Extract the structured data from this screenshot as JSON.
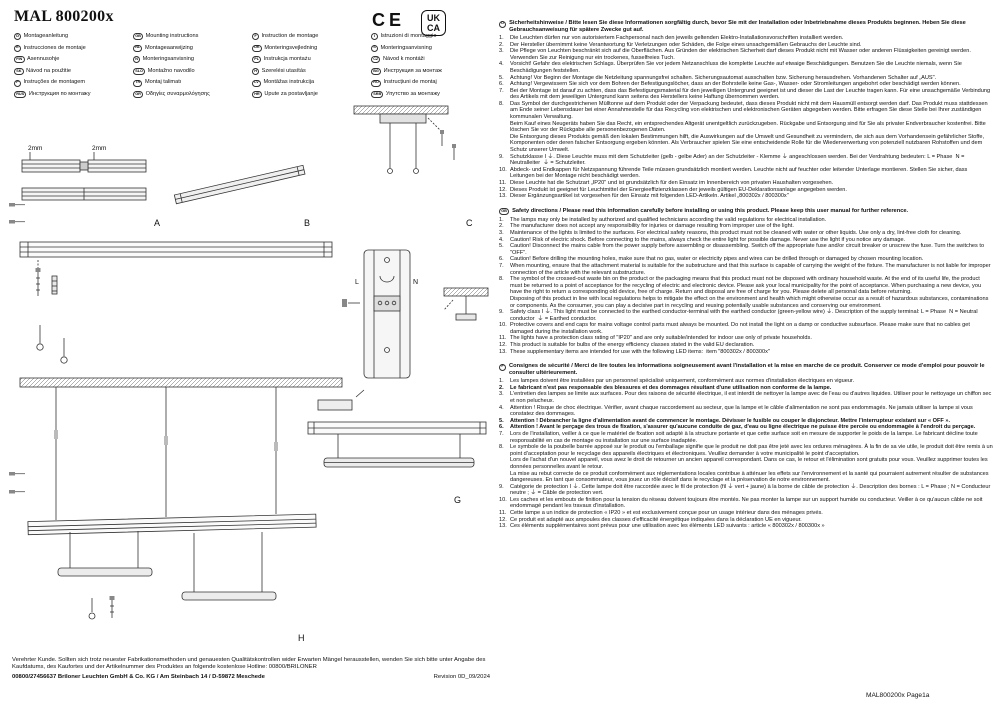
{
  "page": {
    "title": "MAL 800200x",
    "page_label": "MAL800200x Page1a",
    "marks": {
      "ce": "CE",
      "ukca_top": "UK",
      "ukca_bottom": "CA"
    }
  },
  "languages": [
    {
      "code": "D",
      "label": "Montageanleitung"
    },
    {
      "code": "E",
      "label": "Instrucciones de montaje"
    },
    {
      "code": "FIN",
      "label": "Asennusohje"
    },
    {
      "code": "SK",
      "label": "Návod na použitie"
    },
    {
      "code": "P",
      "label": "Instruções de montagem"
    },
    {
      "code": "RUS",
      "label": "Инструкция по монтажу"
    },
    {
      "code": "GB",
      "label": "Mounting instructions"
    },
    {
      "code": "NL",
      "label": "Montageaanwijzing"
    },
    {
      "code": "N",
      "label": "Monteringsanvisning"
    },
    {
      "code": "SLO",
      "label": "Montažno navodilo"
    },
    {
      "code": "TR",
      "label": "Montaj talimatı"
    },
    {
      "code": "GR",
      "label": "Οδηγίες συναρμολόγησης"
    },
    {
      "code": "F",
      "label": "Instruction de montage"
    },
    {
      "code": "DK",
      "label": "Monteringsvejledning"
    },
    {
      "code": "PL",
      "label": "Instrukcja montażu"
    },
    {
      "code": "H",
      "label": "Szerelési utasítás"
    },
    {
      "code": "LV",
      "label": "Montāžas instrukcija"
    },
    {
      "code": "HR",
      "label": "Upute za postavljanje"
    },
    {
      "code": "I",
      "label": "Istruzioni di montaggio"
    },
    {
      "code": "S",
      "label": "Monteringsanvisning"
    },
    {
      "code": "CZ",
      "label": "Návod k montáži"
    },
    {
      "code": "BG",
      "label": "Инструкция за монтаж"
    },
    {
      "code": "RO",
      "label": "Instrucțiuni de montaj"
    },
    {
      "code": "SRB",
      "label": "Упутство за монтажу"
    }
  ],
  "diagram": {
    "dim1": "2mm",
    "dim2": "2mm",
    "label_a": "A",
    "label_b": "B",
    "label_c": "C",
    "label_g": "G",
    "label_h": "H",
    "wire_l": "L",
    "wire_n": "N"
  },
  "footer": {
    "customer_note": "Verehrter Kunde. Sollten sich trotz neuester Fabrikationsmethoden und genauesten Qualitätskontrollen wider Erwarten Mängel herausstellen, wenden Sie sich bitte unter Angabe des Kaufdatums, des Kaufortes und der Artikelnummer des Produktes an folgende kostenlose Hotline: 00800/BRILONER",
    "company_line": "00800/27456637 Briloner Leuchten GmbH & Co. KG / Am Steinbach 14 / D-59872 Meschede",
    "revision": "Revision 0D_09/2024"
  },
  "sections": [
    {
      "code": "D",
      "header": "Sicherheitshinweise / Bitte lesen Sie diese Informationen sorgfältig durch, bevor Sie mit der Installation oder Inbetriebnahme dieses Produkts beginnen. Heben Sie diese Gebrauchsanweisung für spätere Zwecke gut auf.",
      "items": [
        {
          "n": "1.",
          "text": "Die Leuchten dürfen nur von autorisiertem Fachpersonal nach den jeweils geltenden Elektro-Installationsvorschriften installiert werden."
        },
        {
          "n": "2.",
          "text": "Der Hersteller übernimmt keine Verantwortung für Verletzungen oder Schäden, die Folge eines unsachgemäßen Gebrauchs der Leuchte sind."
        },
        {
          "n": "3.",
          "text": "Die Pflege von Leuchten beschränkt sich auf die Oberflächen. Aus Gründen der elektrischen Sicherheit darf dieses Produkt nicht mit Wasser oder anderen Flüssigkeiten gereinigt werden. Verwenden Sie zur Reinigung nur ein trockenes, fusselfreies Tuch."
        },
        {
          "n": "4.",
          "text": "Vorsicht! Gefahr des elektrischen Schlags. Überprüfen Sie vor jedem Netzanschluss die komplette Leuchte auf etwaige Beschädigungen. Benutzen Sie die Leuchte niemals, wenn Sie Beschädigungen feststellen."
        },
        {
          "n": "5.",
          "text": "Achtung! Vor Beginn der Montage die Netzleitung spannungsfrei schalten. Sicherungsautomat ausschalten bzw. Sicherung herausdrehen. Vorhandenen Schalter auf „AUS\"."
        },
        {
          "n": "6.",
          "text": "Achtung! Vergewissern Sie sich vor dem Bohren der Befestigungslöcher, dass an der Bohrstelle keine Gas-, Wasser- oder Stromleitungen angebohrt oder beschädigt werden können."
        },
        {
          "n": "7.",
          "text": "Bei der Montage ist darauf zu achten, dass das Befestigungsmaterial für den jeweiligen Untergrund geeignet ist und dieser die Last der Leuchte tragen kann. Für eine unsachgemäße Verbindung des Artikels mit dem jeweiligen Untergrund kann seitens des Herstellers keine Haftung übernommen werden."
        },
        {
          "n": "8.",
          "text": "Das Symbol der durchgestrichenen Mülltonne auf dem Produkt oder der Verpackung bedeutet, dass dieses Produkt nicht mit dem Hausmüll entsorgt werden darf. Das Produkt muss stattdessen am Ende seiner Lebensdauer bei einer Annahmestelle für das Recycling von elektrischen und elektronischen Geräten abgegeben werden. Bitte erfragen Sie diese Stelle bei Ihrer zuständigen kommunalen Verwaltung.\nBeim Kauf eines Neugeräts haben Sie das Recht, ein entsprechendes Altgerät unentgeltlich zurückzugeben. Rückgabe und Entsorgung sind für Sie als privater Endverbraucher kostenfrei. Bitte löschen Sie vor der Rückgabe alle personenbezogenen Daten.\nDie Entsorgung dieses Produkts gemäß den lokalen Bestimmungen hilft, die Auswirkungen auf die Umwelt und Gesundheit zu vermindern, die sich aus dem Vorhandensein gefährlicher Stoffe, Komponenten oder deren falscher Entsorgung ergeben könnten. Als Verbraucher spielen Sie eine entscheidende Rolle für die Wiederverwertung von potenziell nutzbaren Rohstoffen und dem Schutz unserer Umwelt."
        },
        {
          "n": "9.",
          "text": "Schutzklasse I ⏚. Diese Leuchte muss mit dem Schutzleiter (gelb - gelbe Ader) an der Schutzleiter - Klemme ⏚ angeschlossen werden. Bei der Verdrahtung bedeuten: L = Phase  N = Neutralleiter  ⏚ = Schutzleiter."
        },
        {
          "n": "10.",
          "text": "Abdeck- und Endkappen für Netzspannung führende Teile müssen grundsätzlich montiert werden. Leuchte nicht auf feuchter oder leitender Unterlage montieren. Stellen Sie sicher, dass Leitungen bei der Montage nicht beschädigt werden."
        },
        {
          "n": "11.",
          "text": "Diese Leuchte hat die Schutzart „IP20\" und ist grundsätzlich für den Einsatz im Innenbereich von privaten Haushalten vorgesehen."
        },
        {
          "n": "12.",
          "text": "Dieses Produkt ist geeignet für Leuchtmittel der Energieeffizienzklassen der jeweils gültigen EU-Deklarationsanlage angegeben werden."
        },
        {
          "n": "13.",
          "text": "Dieser Ergänzungsartikel ist vorgesehen für den Einsatz mit folgenden LED-Artikeln. Artikel „800302x / 800300x\""
        }
      ]
    },
    {
      "code": "GB",
      "header": "Safety directions / Please read this information carefully before installing or using this product. Please keep this user manual for further reference.",
      "items": [
        {
          "n": "1.",
          "text": "The lamps may only be installed by authorized and qualified technicians according the valid regulations for electrical installation."
        },
        {
          "n": "2.",
          "text": "The manufacturer does not accept any responsibility for injuries or damage resulting from improper use of the light."
        },
        {
          "n": "3.",
          "text": "Maintenance of the lights is limited to the surfaces. For electrical safety reasons, this product must not be cleaned with water or other liquids. Use only a dry, lint-free cloth for cleaning."
        },
        {
          "n": "4.",
          "text": "Caution! Risk of electric shock. Before connecting to the mains, always check the entire light for possible damage. Never use the light if you notice any damage."
        },
        {
          "n": "5.",
          "text": "Caution! Disconnect the mains cable from the power supply before assembling or disassembling. Switch off the appropriate fuse and/or circuit breaker or unscrew the fuse. Turn the switches to \"OFF\"."
        },
        {
          "n": "6.",
          "text": "Caution! Before drilling the mounting holes, make sure that no gas, water or electricity pipes and wires can be drilled through or damaged by chosen mounting location."
        },
        {
          "n": "7.",
          "text": "When mounting, ensure that the attachment material is suitable for the substructure and that this surface is capable of carrying the weight of the fixture. The manufacturer is not liable for improper connection of the article with the relevant substructure."
        },
        {
          "n": "8.",
          "text": "The symbol of the crossed-out waste bin on the product or the packaging means that this product must not be disposed with ordinary household waste. At the end of its useful life, the product must be returned to a point of acceptance for the recycling of electric and electronic device. Please ask your local municipality for the point of acceptance. When purchasing a new device, you have the right to return a corresponding old device, free of charge. Return and disposal are free of charge for you. Please delete all personal data before returning.\nDisposing of this product in line with local regulations helps to mitigate the effect on the environment and health which might otherwise occur as a result of hazardous substances, contaminations or components. As the consumer, you can play a decisive part in recycling and reusing potentially usable substances and conserving our environment."
        },
        {
          "n": "9.",
          "text": "Safety class I ⏚. This light must be connected to the earthed conductor-terminal with the earthed conductor (green-yellow wire) ⏚. Description of the supply terminal: L = Phase  N = Neutral conductor  ⏚ = Earthed conductor."
        },
        {
          "n": "10.",
          "text": "Protective covers and end caps for mains voltage control parts must always be mounted. Do not install the light on a damp or conductive subsurface. Please make sure that no cables get damaged during the installation work."
        },
        {
          "n": "11.",
          "text": "The lights have a protection class rating of \"IP20\" and are only suitable/intended for indoor use only of private households."
        },
        {
          "n": "12.",
          "text": "This product is suitable for bulbs of the energy efficiency classes stated in the valid EU declaration."
        },
        {
          "n": "13.",
          "text": "These supplementary items are intended for use with the following LED items:  item \"800302x / 800300x\""
        }
      ]
    },
    {
      "code": "F",
      "header": "Consignes de sécurité / Merci de lire toutes les informations soigneusement avant l'installation et la mise en marche de ce produit. Conserver ce mode d'emploi pour pouvoir le consulter ultérieurement.",
      "items": [
        {
          "n": "1.",
          "text": "Les lampes doivent être installées par un personnel spécialisé uniquement, conformément aux normes d'installation électriques en vigueur."
        },
        {
          "n": "2.",
          "text": "Le fabricant n'est pas responsable des blessures et des dommages résultant d'une utilisation non conforme de la lampe.",
          "bold": true
        },
        {
          "n": "3.",
          "text": "L'entretien des lampes se limite aux surfaces. Pour des raisons de sécurité électrique, il est interdit de nettoyer la lampe avec de l'eau ou d'autres liquides. Utiliser pour le nettoyage un chiffon sec et non pelucheux."
        },
        {
          "n": "4.",
          "text": "Attention ! Risque de choc électrique. Vérifier, avant chaque raccordement au secteur, que la lampe et le câble d'alimentation ne sont pas endommagés. Ne jamais utiliser la lampe si vous constatez des dommages."
        },
        {
          "n": "5.",
          "text": "Attention ! Débrancher la ligne d'alimentation avant de commencer le montage. Dévisser le fusible ou couper le disjoncteur. Mettre l'interrupteur existant sur « OFF ».",
          "bold": true
        },
        {
          "n": "6.",
          "text": "Attention ! Avant le perçage des trous de fixation, s'assurer qu'aucune conduite de gaz, d'eau ou ligne électrique ne puisse être percée ou endommagée à l'endroit du perçage.",
          "bold": true
        },
        {
          "n": "7.",
          "text": "Lors de l'installation, veiller à ce que le matériel de fixation soit adapté à la structure portante et que cette surface soit en mesure de supporter le poids de la lampe. Le fabricant décline toute responsabilité en cas de montage ou installation sur une surface inadaptée."
        },
        {
          "n": "8.",
          "text": "Le symbole de la poubelle barrée apposé sur le produit ou l'emballage signifie que le produit ne doit pas être jeté avec les ordures ménagères. À la fin de sa vie utile, le produit doit être remis à un point d'acceptation pour le recyclage des appareils électriques et électroniques. Veuillez demander à votre municipalité le point d'acceptation.\nLors de l'achat d'un nouvel appareil, vous avez le droit de retourner un ancien appareil correspondant. Dans ce cas, le retour et l'élimination sont gratuits pour vous. Veuillez supprimer toutes les données personnelles avant le retour.\nLa mise au rebut correcte de ce produit conformément aux réglementations locales contribue à atténuer les effets sur l'environnement et la santé qui pourraient autrement résulter de substances dangereuses. En tant que consommateur, vous jouez un rôle décisif dans le recyclage et la préservation de notre environnement."
        },
        {
          "n": "9.",
          "text": "Catégorie de protection I ⏚. Cette lampe doit être raccordée avec le fil de protection (fil ⏚ vert + jaune) à la borne de câble de protection ⏚. Description des bornes : L = Phase ; N = Conducteur neutre ; ⏚ = Câble de protection vert."
        },
        {
          "n": "10.",
          "text": "Les caches et les embouts de finition pour la tension du réseau doivent toujours être montés. Ne pas monter la lampe sur un support humide ou conducteur. Veiller à ce qu'aucun câble ne soit endommagé pendant les travaux d'installation."
        },
        {
          "n": "11.",
          "text": "Cette lampe a un indice de protection « IP20 » et est exclusivement conçue pour un usage intérieur dans des ménages privés."
        },
        {
          "n": "12.",
          "text": "Ce produit est adapté aux ampoules des classes d'efficacité énergétique indiquées dans la déclaration UE en vigueur."
        },
        {
          "n": "13.",
          "text": "Ces éléments supplémentaires sont prévus pour une utilisation avec les éléments LED suivants : article « 800302x / 800300x »"
        }
      ]
    }
  ]
}
